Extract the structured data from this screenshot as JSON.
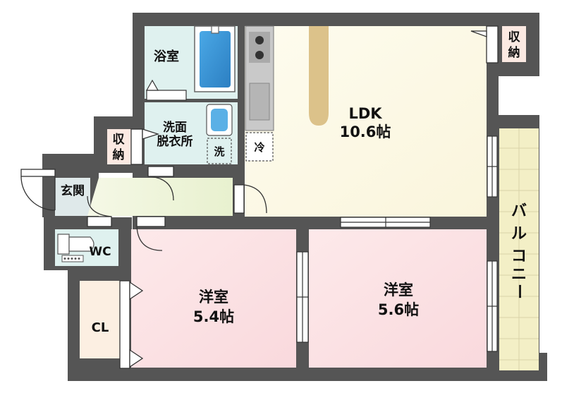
{
  "rooms": {
    "bath": "浴室",
    "washroom_1": "洗面",
    "washroom_2": "脱衣所",
    "washer": "洗",
    "fridge": "冷",
    "storage_left_1": "収",
    "storage_left_2": "納",
    "storage_right_1": "収",
    "storage_right_2": "納",
    "entrance": "玄関",
    "wc": "WC",
    "closet": "CL",
    "ldk_name": "LDK",
    "ldk_size": "10.6帖",
    "western1_name": "洋室",
    "western1_size": "5.4帖",
    "western2_name": "洋室",
    "western2_size": "5.6帖",
    "balcony": [
      "バ",
      "ル",
      "コ",
      "ニ",
      "ー"
    ]
  },
  "colors": {
    "wall": "#555555",
    "ldk": "#fdfbec",
    "wet": "#dff1ef",
    "corridor": "#f0f6dc",
    "western": "#fbe2e4",
    "closet": "#fcefe2",
    "balcony": "#f3efc6",
    "storage": "#fbe9e2",
    "bath_tub": "#3a96d8",
    "counter": "#dcc28a"
  }
}
